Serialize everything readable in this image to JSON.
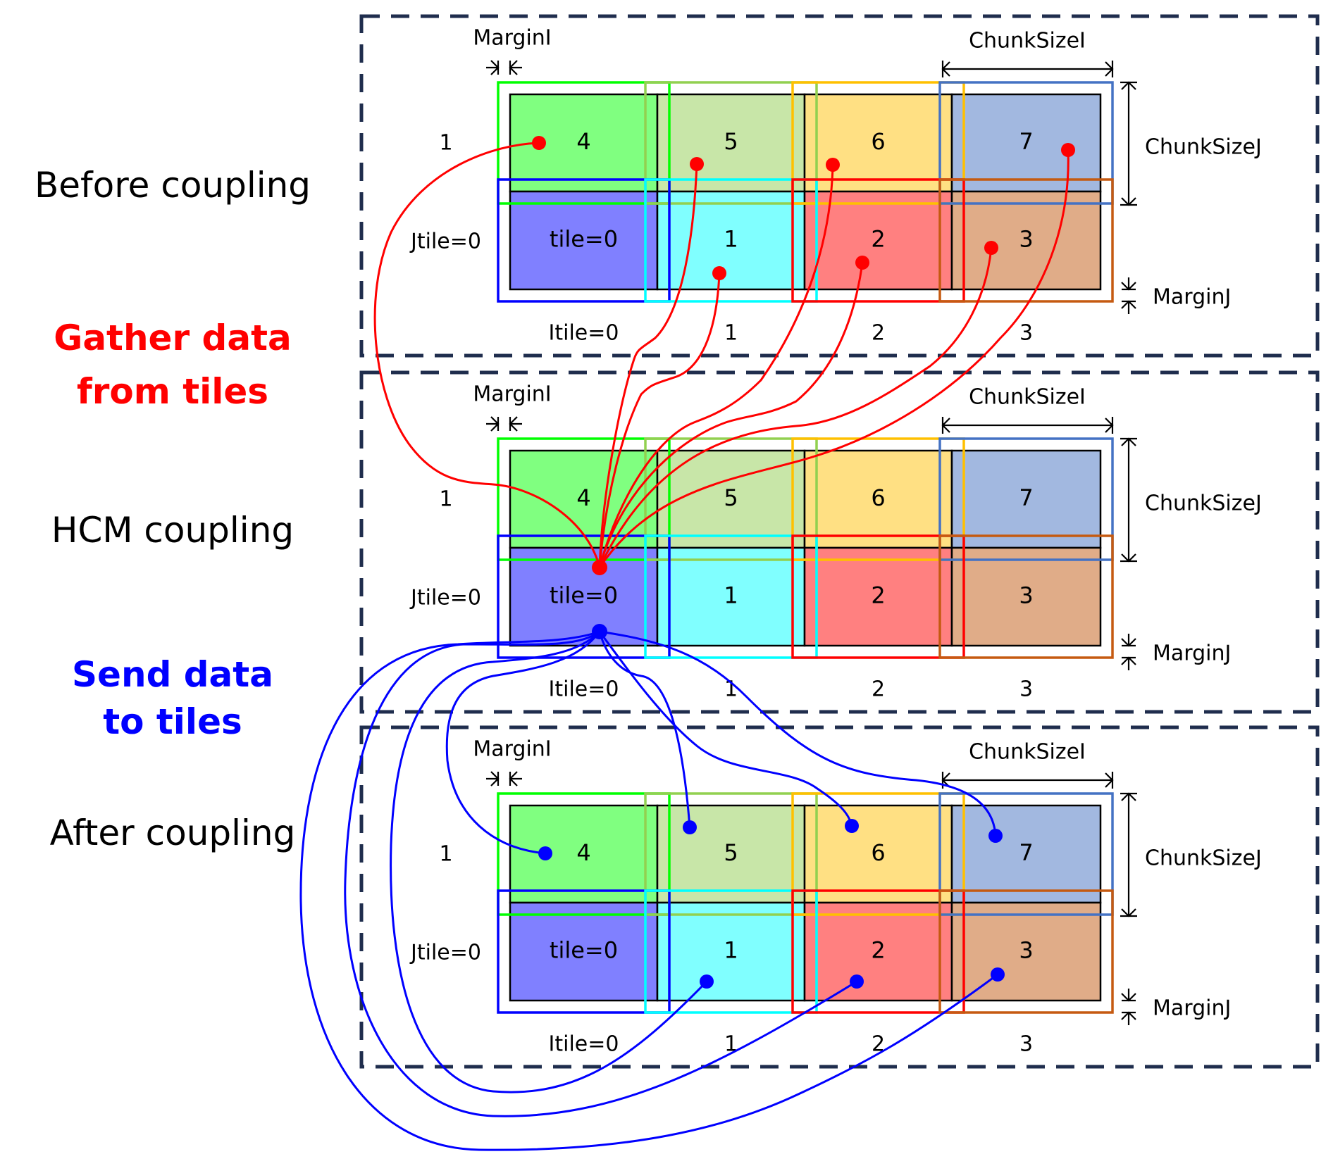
{
  "side_labels": {
    "before": "Before coupling",
    "gather_line1": "Gather data",
    "gather_line2": "from tiles",
    "hcm": "HCM coupling",
    "send_line1": "Send data",
    "send_line2": "to tiles",
    "after": "After coupling"
  },
  "colors": {
    "gather": "#ff0000",
    "send": "#0000ff",
    "panel_border": "#1f2d4d"
  },
  "panels": [
    {
      "id": "before",
      "title_key": "before"
    },
    {
      "id": "hcm",
      "title_key": "hcm"
    },
    {
      "id": "after",
      "title_key": "after"
    }
  ],
  "dimension_labels": {
    "margin_i": "MarginI",
    "chunk_size_i": "ChunkSizeI",
    "chunk_size_j": "ChunkSizeJ",
    "margin_j": "MarginJ"
  },
  "axis_labels": {
    "jtile_row_top": "1",
    "jtile_row_bottom": "Jtile=0",
    "itile": [
      "Itile=0",
      "1",
      "2",
      "3"
    ]
  },
  "tiles": {
    "top_row": [
      {
        "label": "4",
        "fill": "#80ff80",
        "halo": "#00ff00"
      },
      {
        "label": "5",
        "fill": "#c8e6a8",
        "halo": "#92d050"
      },
      {
        "label": "6",
        "fill": "#ffe083",
        "halo": "#ffc000"
      },
      {
        "label": "7",
        "fill": "#a2b8e0",
        "halo": "#4472c4"
      }
    ],
    "bottom_row": [
      {
        "label": "tile=0",
        "fill": "#8080ff",
        "halo": "#0000ff"
      },
      {
        "label": "1",
        "fill": "#80ffff",
        "halo": "#00ffff"
      },
      {
        "label": "2",
        "fill": "#ff8080",
        "halo": "#ff0000"
      },
      {
        "label": "3",
        "fill": "#e0ac88",
        "halo": "#c55a11"
      }
    ]
  },
  "flows": {
    "gather": {
      "from": "all tiles",
      "to": "tile=0",
      "count": 8
    },
    "send": {
      "from": "tile=0",
      "to": "all tiles",
      "count": 8
    }
  }
}
